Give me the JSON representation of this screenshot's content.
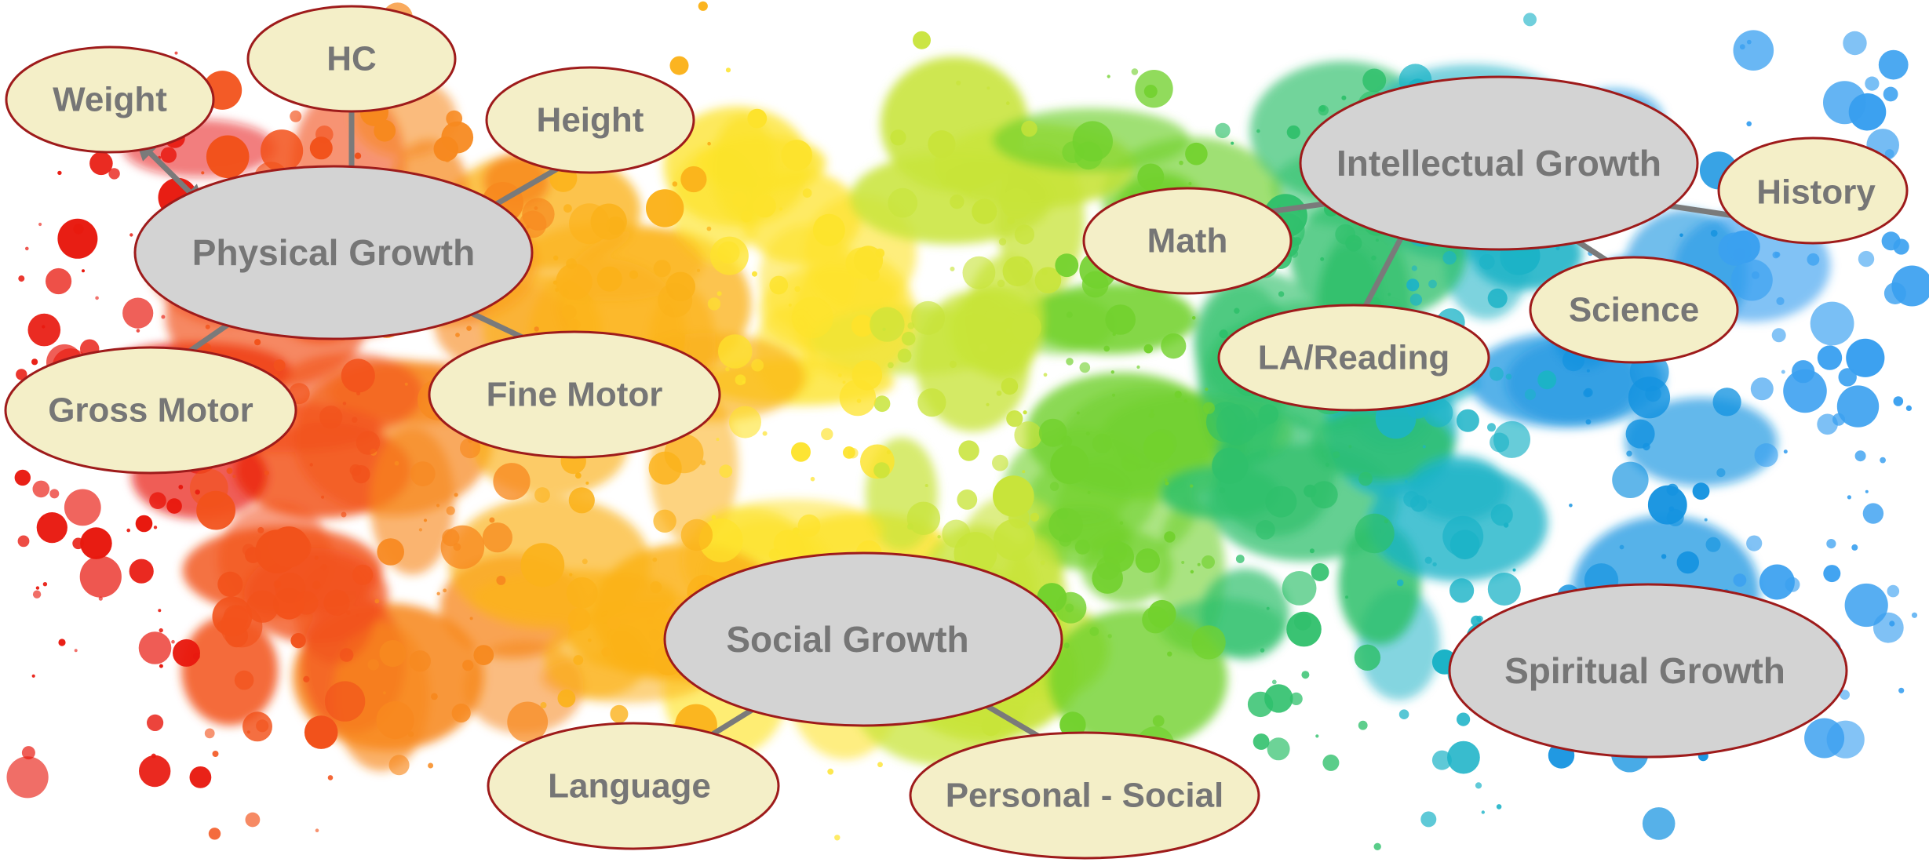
{
  "colors": {
    "main_node_fill": "#d3d3d3",
    "sub_node_fill": "#f4efc8",
    "node_border": "#9e1b1b",
    "text": "#767676",
    "arrow": "#7a7a7a",
    "splash_palette": [
      "#e8190f",
      "#f2521b",
      "#f7891f",
      "#fbb21a",
      "#fde32c",
      "#c8e43a",
      "#72d12e",
      "#2fc06b",
      "#1cb3c7",
      "#1593e0",
      "#3aa0f0"
    ]
  },
  "nodes": {
    "physical": {
      "label": "Physical Growth",
      "kind": "main"
    },
    "weight": {
      "label": "Weight",
      "kind": "sub"
    },
    "hc": {
      "label": "HC",
      "kind": "sub"
    },
    "height": {
      "label": "Height",
      "kind": "sub"
    },
    "gross_motor": {
      "label": "Gross Motor",
      "kind": "sub"
    },
    "fine_motor": {
      "label": "Fine Motor",
      "kind": "sub"
    },
    "intellectual": {
      "label": "Intellectual Growth",
      "kind": "main"
    },
    "math": {
      "label": "Math",
      "kind": "sub"
    },
    "history": {
      "label": "History",
      "kind": "sub"
    },
    "science": {
      "label": "Science",
      "kind": "sub"
    },
    "la_reading": {
      "label": "LA/Reading",
      "kind": "sub"
    },
    "social": {
      "label": "Social Growth",
      "kind": "main"
    },
    "language": {
      "label": "Language",
      "kind": "sub"
    },
    "personal_social": {
      "label": "Personal - Social",
      "kind": "sub"
    },
    "spiritual": {
      "label": "Spiritual Growth",
      "kind": "main"
    }
  },
  "edges": [
    {
      "from": "physical",
      "to": "weight"
    },
    {
      "from": "physical",
      "to": "hc"
    },
    {
      "from": "physical",
      "to": "height"
    },
    {
      "from": "physical",
      "to": "gross_motor"
    },
    {
      "from": "physical",
      "to": "fine_motor"
    },
    {
      "from": "intellectual",
      "to": "math"
    },
    {
      "from": "intellectual",
      "to": "history"
    },
    {
      "from": "intellectual",
      "to": "la_reading"
    },
    {
      "from": "intellectual",
      "to": "science"
    },
    {
      "from": "social",
      "to": "language"
    },
    {
      "from": "social",
      "to": "personal_social"
    }
  ]
}
